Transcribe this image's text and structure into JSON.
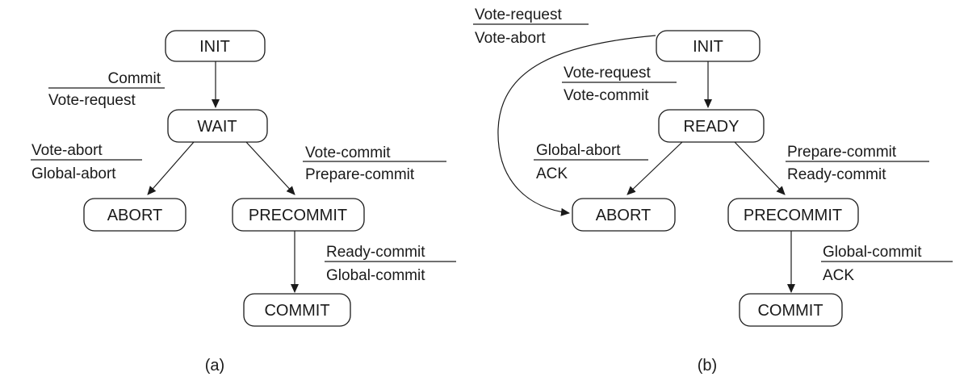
{
  "diagram_a": {
    "caption": "(a)",
    "states": {
      "init": "INIT",
      "wait": "WAIT",
      "abort": "ABORT",
      "precommit": "PRECOMMIT",
      "commit": "COMMIT"
    },
    "transitions": {
      "init_wait": {
        "top": "Commit",
        "bottom": "Vote-request"
      },
      "wait_abort": {
        "top": "Vote-abort",
        "bottom": "Global-abort"
      },
      "wait_precommit": {
        "top": "Vote-commit",
        "bottom": "Prepare-commit"
      },
      "precommit_commit": {
        "top": "Ready-commit",
        "bottom": "Global-commit"
      }
    }
  },
  "diagram_b": {
    "caption": "(b)",
    "states": {
      "init": "INIT",
      "ready": "READY",
      "abort": "ABORT",
      "precommit": "PRECOMMIT",
      "commit": "COMMIT"
    },
    "transitions": {
      "init_abort": {
        "top": "Vote-request",
        "bottom": "Vote-abort"
      },
      "init_ready": {
        "top": "Vote-request",
        "bottom": "Vote-commit"
      },
      "ready_abort": {
        "top": "Global-abort",
        "bottom": "ACK"
      },
      "ready_precommit": {
        "top": "Prepare-commit",
        "bottom": "Ready-commit"
      },
      "precommit_commit": {
        "top": "Global-commit",
        "bottom": "ACK"
      }
    }
  }
}
